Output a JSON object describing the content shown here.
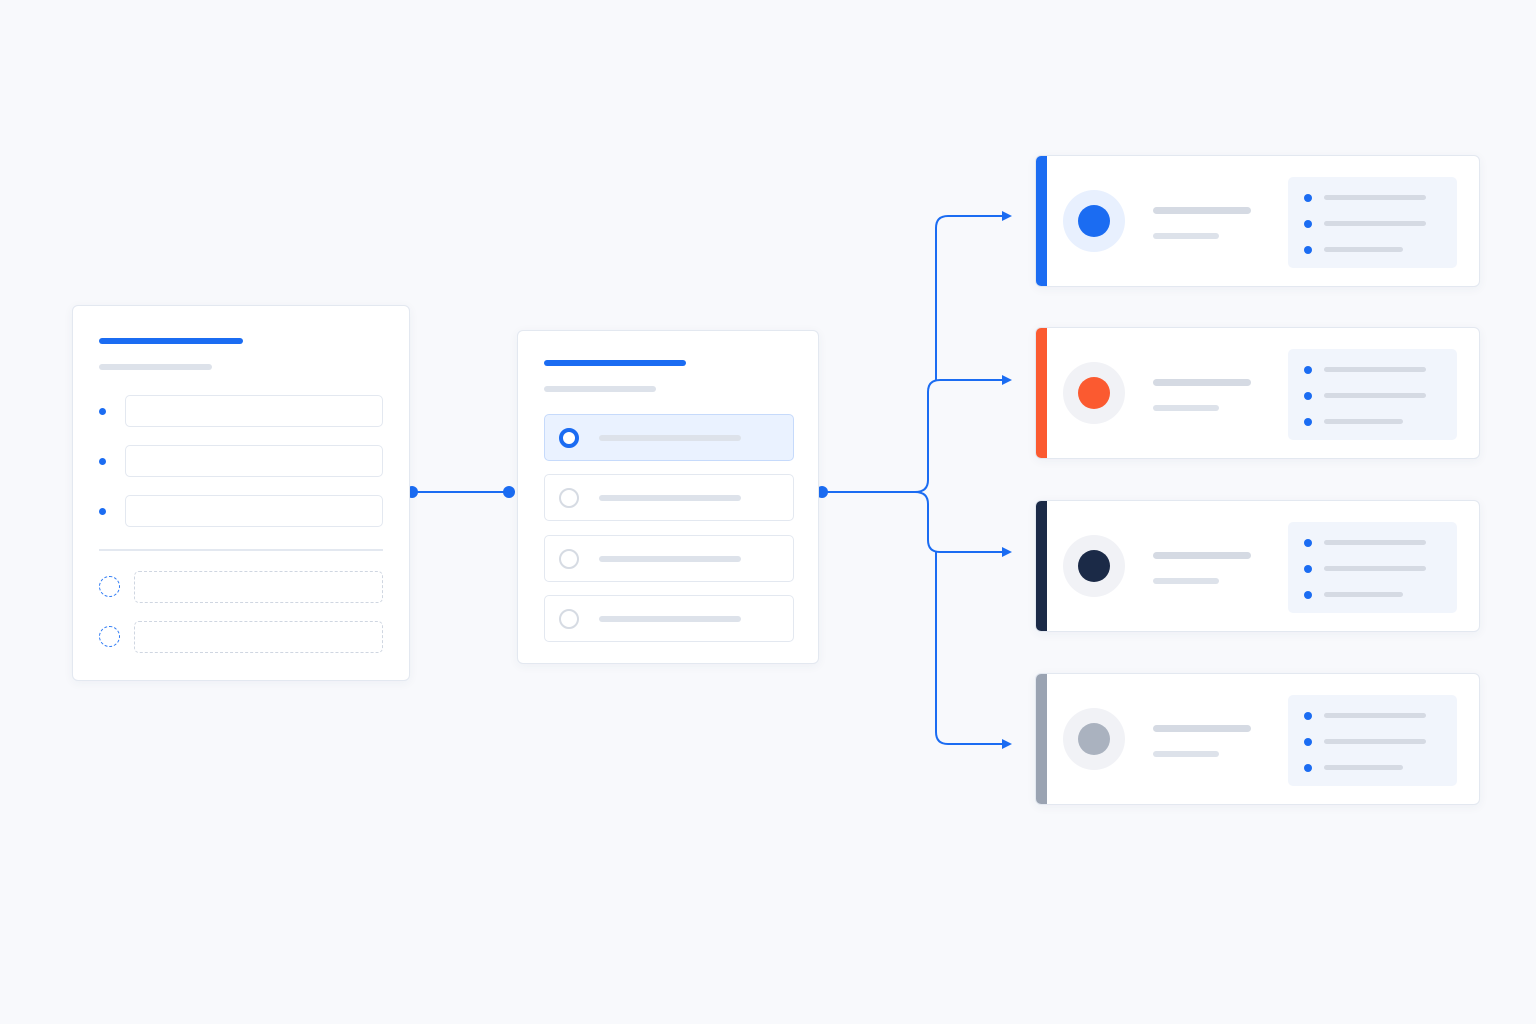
{
  "diagram": {
    "colors": {
      "accent": "#1b6cf2",
      "connector": "#1b6cf2",
      "placeholder_bar": "#dde2ea",
      "border": "#e3e8f0",
      "background": "#f8f9fc"
    },
    "form_card": {
      "filled_fields": 3,
      "optional_fields": 2
    },
    "options_card": {
      "option_count": 4,
      "selected_index": 0
    },
    "results": [
      {
        "accent": "#1b6cf2",
        "avatar_ring": "#e8f0fe",
        "avatar_dot": "#1b6cf2"
      },
      {
        "accent": "#fb5a30",
        "avatar_ring": "#f1f2f6",
        "avatar_dot": "#fb5a30"
      },
      {
        "accent": "#1b2a47",
        "avatar_ring": "#f1f2f6",
        "avatar_dot": "#1b2a47"
      },
      {
        "accent": "#9aa3b2",
        "avatar_ring": "#f1f2f6",
        "avatar_dot": "#aab2bf"
      }
    ]
  }
}
